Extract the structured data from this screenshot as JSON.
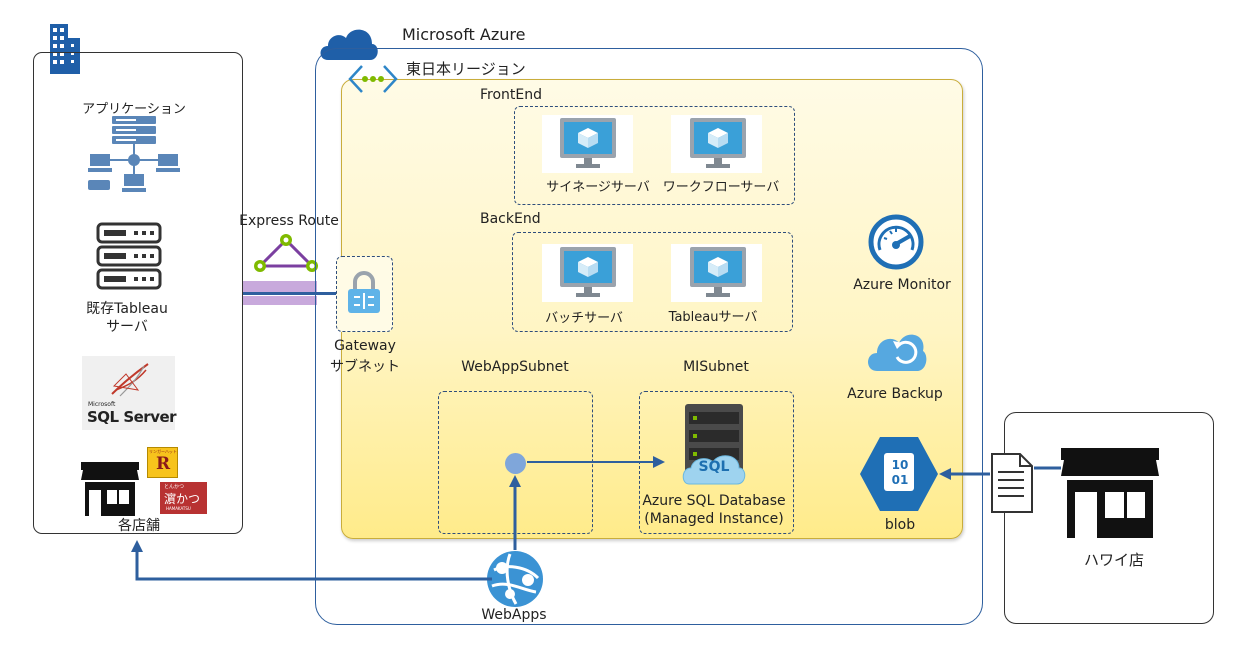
{
  "azure": {
    "title": "Microsoft Azure",
    "region": "東日本リージョン"
  },
  "onprem": {
    "app_label": "アプリケーション",
    "tableau_label_1": "既存Tableau",
    "tableau_label_2": "サーバ",
    "sql_small": "Microsoft",
    "sql_big": "SQL Server",
    "stores_label": "各店舗",
    "badge1_top": "リンガーハット",
    "badge1_mid": "R",
    "badge2_top": "とんかつ",
    "badge2_mid": "濵かつ",
    "badge2_bottom": "HAMAKATSU"
  },
  "express_route": "Express Route",
  "gateway": {
    "line1": "Gateway",
    "line2": "サブネット"
  },
  "frontend": {
    "title": "FrontEnd",
    "server1": "サイネージサーバ",
    "server2": "ワークフローサーバ"
  },
  "backend": {
    "title": "BackEnd",
    "server1": "バッチサーバ",
    "server2": "Tableauサーバ"
  },
  "webapp_subnet": "WebAppSubnet",
  "mi_subnet": "MISubnet",
  "sqldb": {
    "line1": "Azure SQL Database",
    "line2": "(Managed Instance)",
    "icon_text": "SQL"
  },
  "monitor": "Azure Monitor",
  "backup": "Azure Backup",
  "blob": {
    "label": "blob",
    "icon_line1": "10",
    "icon_line2": "01"
  },
  "webapps": "WebApps",
  "hawaii": "ハワイ店",
  "colors": {
    "azure_blue": "#1f5fa8",
    "arrow": "#2e5f9e",
    "region_fill": "#fff2b3",
    "vm_screen": "#3aa0d8"
  }
}
